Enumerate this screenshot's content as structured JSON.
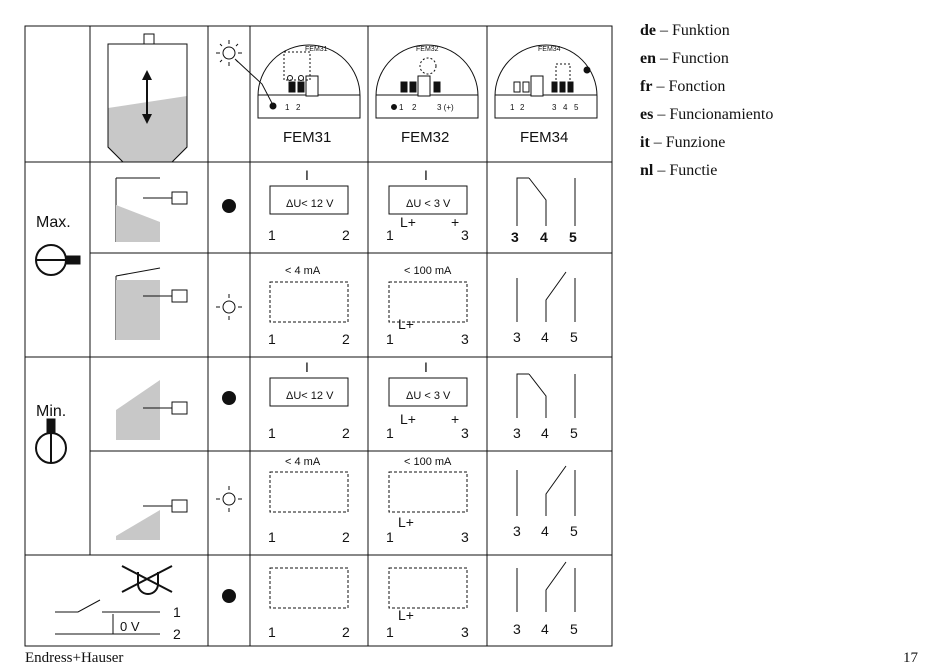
{
  "languages": [
    {
      "code": "de",
      "label": "Funktion"
    },
    {
      "code": "en",
      "label": "Function"
    },
    {
      "code": "fr",
      "label": "Fonction"
    },
    {
      "code": "es",
      "label": "Funcionamiento"
    },
    {
      "code": "it",
      "label": "Funzione"
    },
    {
      "code": "nl",
      "label": "Functie"
    }
  ],
  "header": {
    "fem31": "FEM31",
    "fem32": "FEM32",
    "fem34": "FEM34"
  },
  "rows": {
    "max": "Max.",
    "min": "Min."
  },
  "labels": {
    "i": "I",
    "du12": "ΔU< 12 V",
    "du3": "ΔU < 3 V",
    "i4ma": "< 4 mA",
    "i100ma": "< 100 mA",
    "lplus": "L+",
    "plus": "+",
    "zerov": "0 V",
    "t1": "1",
    "t2": "2",
    "t3": "3",
    "t4": "4",
    "t5": "5",
    "plus_paren": "3 (+)"
  },
  "footer": {
    "brand": "Endress+Hauser",
    "page": "17"
  }
}
